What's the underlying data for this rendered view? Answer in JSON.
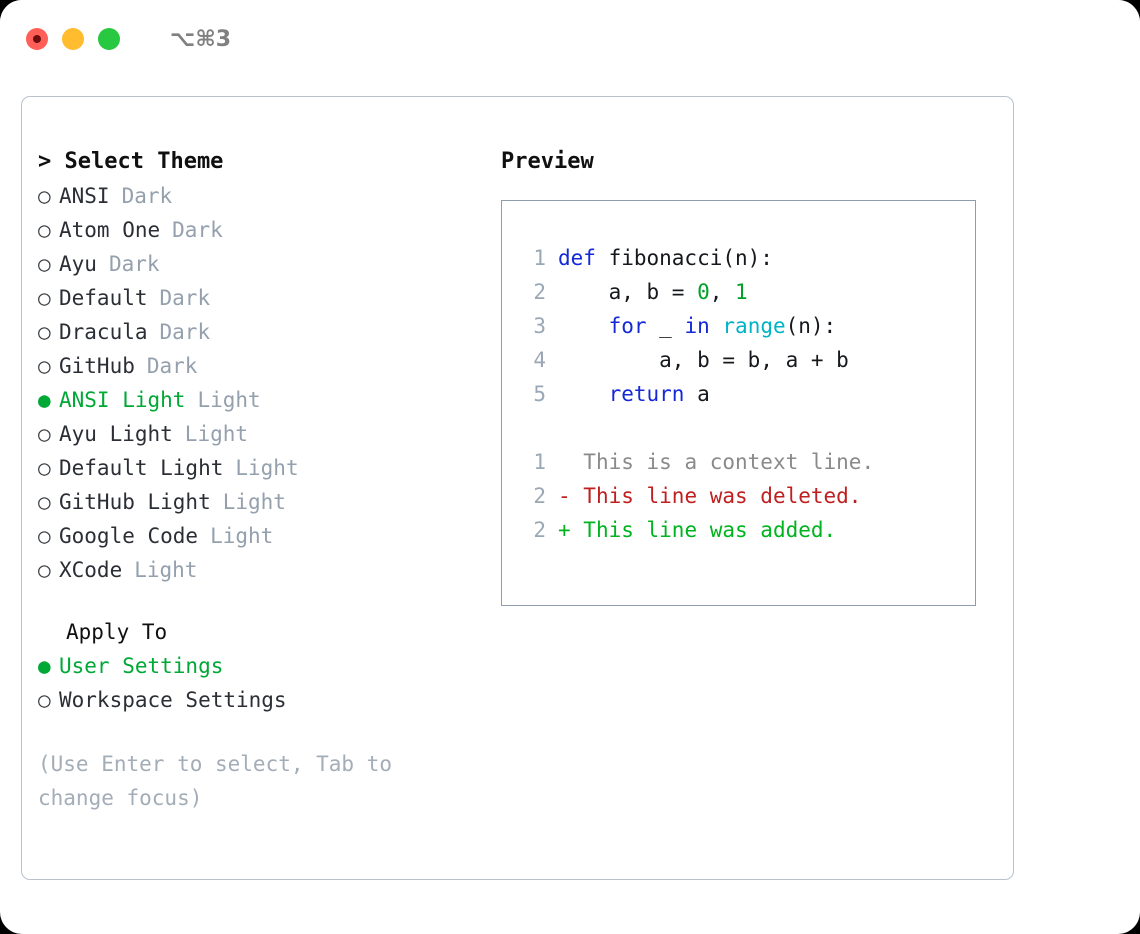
{
  "titlebar": {
    "shortcut": "⌥⌘3",
    "lights": {
      "close": "close-window",
      "minimize": "minimize-window",
      "maximize": "maximize-window"
    }
  },
  "theme_picker": {
    "heading": "> Select Theme",
    "bullet_unselected": "○",
    "bullet_selected": "●",
    "items": [
      {
        "name": "ANSI",
        "variant": "Dark",
        "selected": false
      },
      {
        "name": "Atom One",
        "variant": "Dark",
        "selected": false
      },
      {
        "name": "Ayu",
        "variant": "Dark",
        "selected": false
      },
      {
        "name": "Default",
        "variant": "Dark",
        "selected": false
      },
      {
        "name": "Dracula",
        "variant": "Dark",
        "selected": false
      },
      {
        "name": "GitHub",
        "variant": "Dark",
        "selected": false
      },
      {
        "name": "ANSI Light",
        "variant": "Light",
        "selected": true
      },
      {
        "name": "Ayu Light",
        "variant": "Light",
        "selected": false
      },
      {
        "name": "Default Light",
        "variant": "Light",
        "selected": false
      },
      {
        "name": "GitHub Light",
        "variant": "Light",
        "selected": false
      },
      {
        "name": "Google Code",
        "variant": "Light",
        "selected": false
      },
      {
        "name": "XCode",
        "variant": "Light",
        "selected": false
      }
    ]
  },
  "apply_to": {
    "heading": "Apply To",
    "items": [
      {
        "name": "User Settings",
        "selected": true
      },
      {
        "name": "Workspace Settings",
        "selected": false
      }
    ]
  },
  "hint": "(Use Enter to select, Tab to change focus)",
  "preview": {
    "heading": "Preview",
    "code_lines": [
      {
        "no": "1",
        "segments": [
          {
            "text": "def ",
            "kind": "kw"
          },
          {
            "text": "fibonacci(n):",
            "kind": "id"
          }
        ]
      },
      {
        "no": "2",
        "segments": [
          {
            "text": "    a, b = ",
            "kind": "id"
          },
          {
            "text": "0",
            "kind": "num"
          },
          {
            "text": ", ",
            "kind": "id"
          },
          {
            "text": "1",
            "kind": "num"
          }
        ]
      },
      {
        "no": "3",
        "segments": [
          {
            "text": "    ",
            "kind": "id"
          },
          {
            "text": "for",
            "kind": "kw"
          },
          {
            "text": " _ ",
            "kind": "id"
          },
          {
            "text": "in",
            "kind": "kw"
          },
          {
            "text": " ",
            "kind": "id"
          },
          {
            "text": "range",
            "kind": "fn"
          },
          {
            "text": "(n):",
            "kind": "id"
          }
        ]
      },
      {
        "no": "4",
        "segments": [
          {
            "text": "        a, b = b, a + b",
            "kind": "id"
          }
        ]
      },
      {
        "no": "5",
        "segments": [
          {
            "text": "    ",
            "kind": "id"
          },
          {
            "text": "return",
            "kind": "kw"
          },
          {
            "text": " a",
            "kind": "id"
          }
        ]
      }
    ],
    "diff_lines": [
      {
        "no": "1",
        "marker": " ",
        "text": " This is a context line.",
        "kind": "ctx"
      },
      {
        "no": "2",
        "marker": "-",
        "text": " This line was deleted.",
        "kind": "del"
      },
      {
        "no": "2",
        "marker": "+",
        "text": " This line was added.",
        "kind": "add"
      }
    ]
  },
  "colors": {
    "accent_green": "#00a836",
    "muted": "#94a0ad",
    "keyword": "#1428d8",
    "function": "#00b4c8",
    "number": "#00a12a",
    "diff_deleted": "#bf1f1f",
    "diff_added": "#00b31f",
    "panel_border": "#b9c2cc",
    "preview_border": "#8e9cab"
  }
}
